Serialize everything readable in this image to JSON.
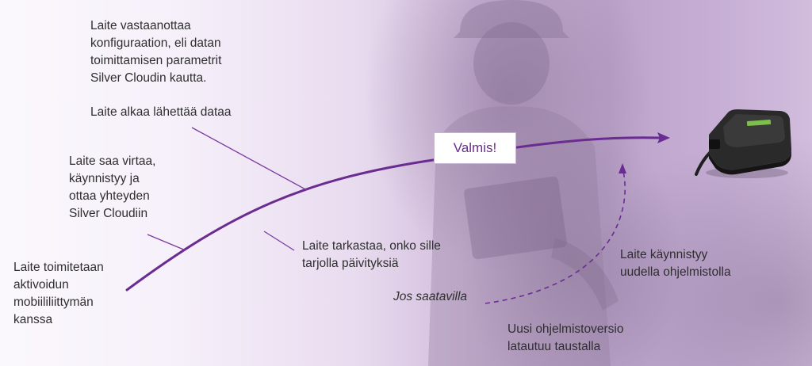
{
  "steps": {
    "delivered": "Laite toimitetaan\naktivoidun\nmobiililiittymän\nkanssa",
    "powered": "Laite saa virtaa,\nkäynnistyy ja\nottaa yhteyden\nSilver Cloudiin",
    "config": "Laite vastaanottaa\nkonfiguraation, eli datan\ntoimittamisen parametrit\nSilver Cloudin kautta.",
    "sending": "Laite alkaa lähettää dataa",
    "check_updates": "Laite tarkastaa, onko sille\ntarjolla päivityksiä",
    "if_available": "Jos saatavilla",
    "download": "Uusi ohjelmistoversio\nlatautuu taustalla",
    "restart": "Laite käynnistyy\nuudella ohjelmistolla"
  },
  "ready_label": "Valmis!",
  "colors": {
    "accent": "#6b2c91",
    "text": "#2e2e2e",
    "leader": "#7a3b9e"
  },
  "icons": {
    "device": "tracker-device-icon",
    "arrow": "arrow-right-icon"
  }
}
